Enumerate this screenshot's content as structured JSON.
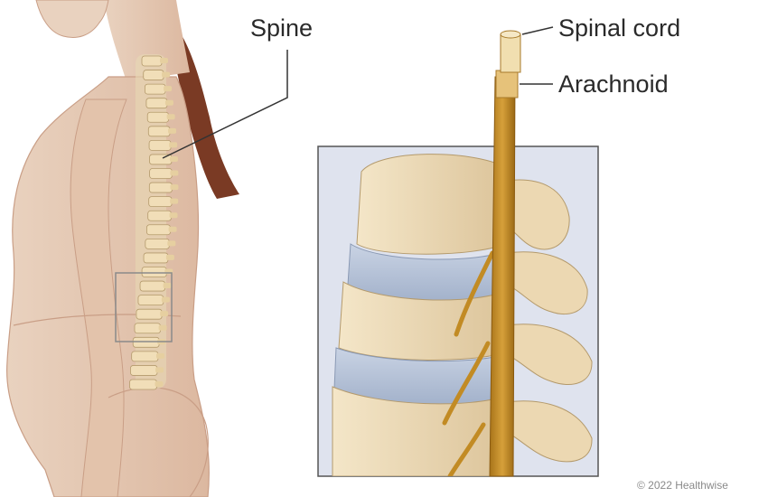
{
  "labels": {
    "spine": "Spine",
    "spinal_cord": "Spinal cord",
    "arachnoid": "Arachnoid"
  },
  "copyright": "© 2022 Healthwise",
  "colors": {
    "skin": "#e6cbb5",
    "bone": "#f1deb8",
    "disc": "#b6c3d8",
    "nerve": "#c28b24",
    "inset_bg": "#dfe3ee",
    "hair": "#7a3a24",
    "leader_line": "#333333"
  }
}
